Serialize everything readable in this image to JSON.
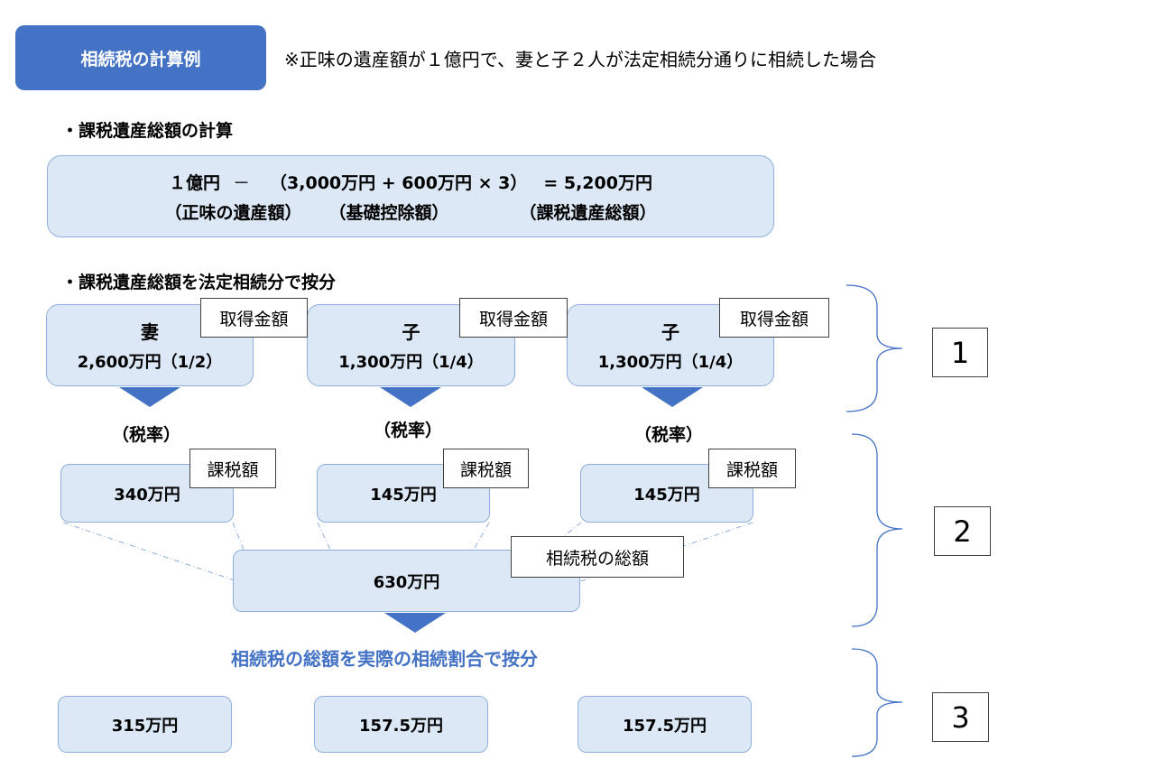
{
  "title": {
    "badge": "相続税の計算例",
    "note": "※正味の遺産額が１億円で、妻と子２人が法定相続分通りに相続した場合"
  },
  "section1": {
    "heading": "・課税遺産総額の計算",
    "formula": {
      "part1": "１億円",
      "minus": "－",
      "part2": "（3,000万円 + 600万円 × 3）",
      "equals": "= 5,200万円",
      "label1": "（正味の遺産額）",
      "label2": "（基礎控除額）",
      "label3": "（課税遺産総額）"
    }
  },
  "section2": {
    "heading": "・課税遺産総額を法定相続分で按分",
    "heirs": [
      {
        "name": "妻",
        "amount": "2,600万円（1/2）",
        "tag": "取得金額",
        "rate": "（税率）",
        "tax": "340万円",
        "tax_tag": "課税額",
        "final": "315万円"
      },
      {
        "name": "子",
        "amount": "1,300万円（1/4）",
        "tag": "取得金額",
        "rate": "（税率）",
        "tax": "145万円",
        "tax_tag": "課税額",
        "final": "157.5万円"
      },
      {
        "name": "子",
        "amount": "1,300万円（1/4）",
        "tag": "取得金額",
        "rate": "（税率）",
        "tax": "145万円",
        "tax_tag": "課税額",
        "final": "157.5万円"
      }
    ],
    "total": {
      "value": "630万円",
      "tag": "相続税の総額"
    },
    "apportion_label": "相続税の総額を実際の相続割合で按分"
  },
  "steps": [
    "1",
    "2",
    "3"
  ],
  "colors": {
    "box_fill": "#dce8f5",
    "box_border": "#8fb0d9",
    "accent": "#4472c4",
    "brace": "#4472c4"
  }
}
